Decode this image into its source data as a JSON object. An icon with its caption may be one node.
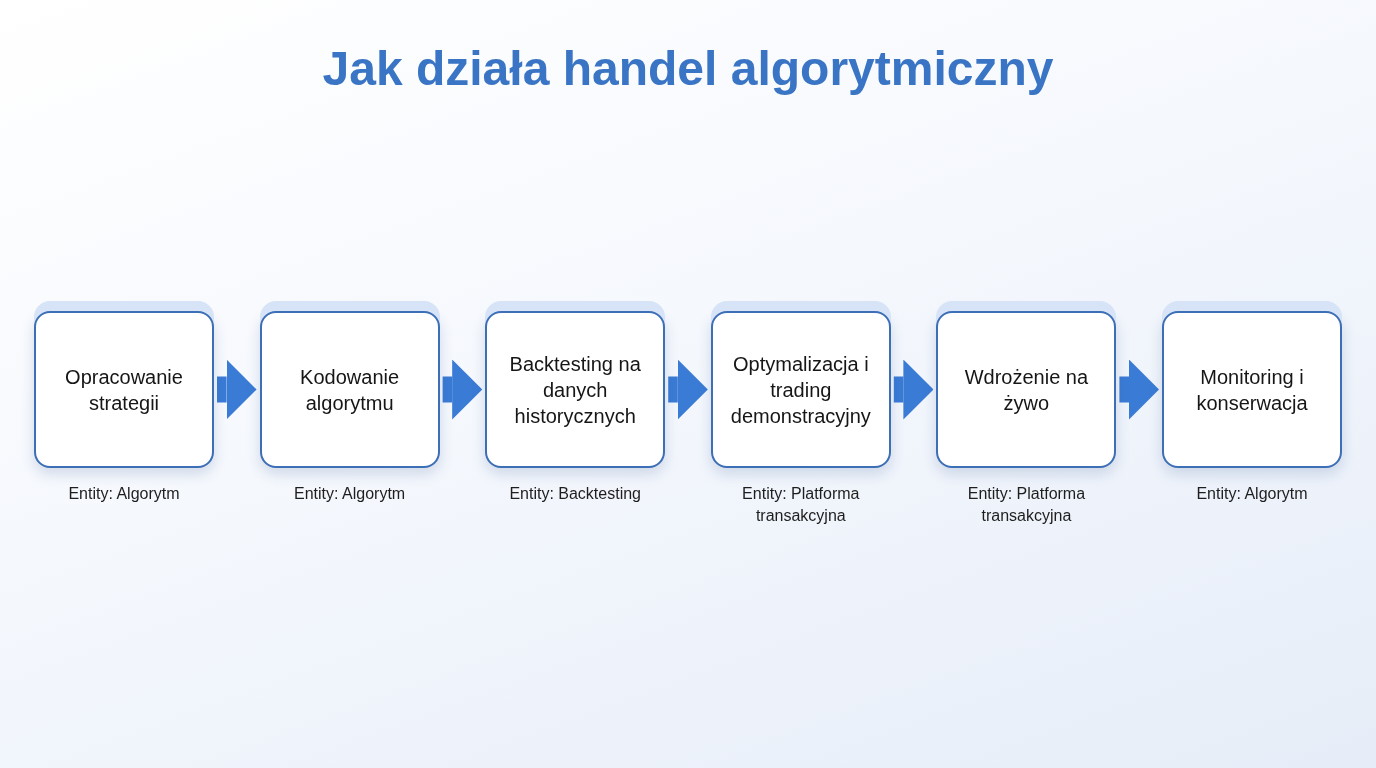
{
  "diagram": {
    "title": "Jak działa handel algorytmiczny",
    "nodes": [
      {
        "text": [
          "Opracowanie strategii"
        ],
        "beside": [
          "Entity: Algorytm"
        ]
      },
      {
        "text": [
          "Kodowanie algorytmu"
        ],
        "beside": [
          "Entity: Algorytm"
        ]
      },
      {
        "text": [
          "Backtesting na danych historycznych"
        ],
        "beside": [
          "Entity: Backtesting"
        ]
      },
      {
        "text": [
          "Optymalizacja i trading demonstracyjny"
        ],
        "beside": [
          "Entity: Platforma transakcyjna"
        ]
      },
      {
        "text": [
          "Wdrożenie na żywo"
        ],
        "beside": [
          "Entity: Platforma transakcyjna"
        ]
      },
      {
        "text": [
          "Monitoring i konserwacja"
        ],
        "beside": [
          "Entity: Algorytm"
        ]
      }
    ],
    "edges": [
      {
        "from": 0,
        "to": 1,
        "arrow": "to"
      },
      {
        "from": 1,
        "to": 2,
        "arrow": "to"
      },
      {
        "from": 2,
        "to": 3,
        "arrow": "to"
      },
      {
        "from": 3,
        "to": 4,
        "arrow": "to"
      },
      {
        "from": 4,
        "to": 5,
        "arrow": "to"
      }
    ]
  }
}
